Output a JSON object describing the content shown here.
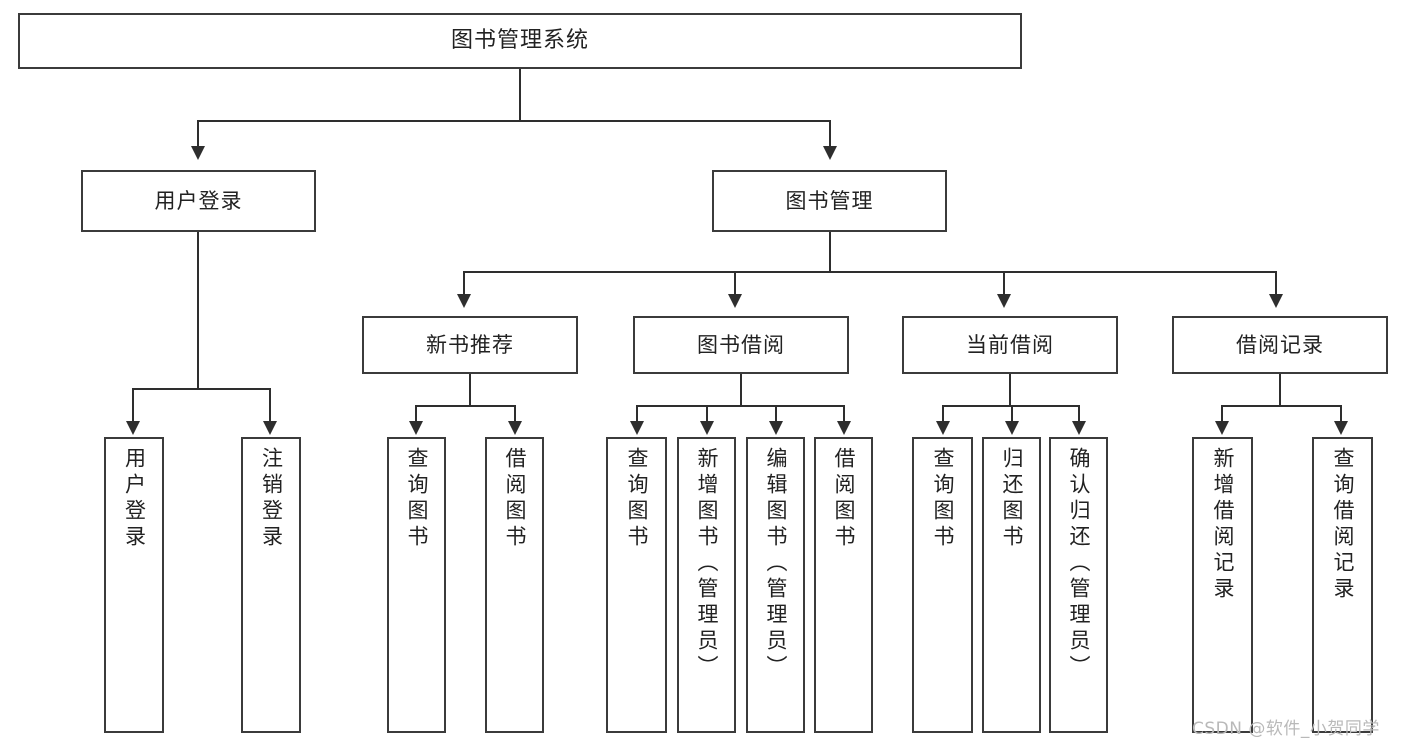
{
  "diagram": {
    "type": "tree-hierarchy",
    "title": "图书管理系统",
    "root": {
      "label": "图书管理系统"
    },
    "level2": [
      {
        "label": "用户登录"
      },
      {
        "label": "图书管理"
      }
    ],
    "level3": [
      {
        "label": "新书推荐"
      },
      {
        "label": "图书借阅"
      },
      {
        "label": "当前借阅"
      },
      {
        "label": "借阅记录"
      }
    ],
    "leaves": {
      "user_login": [
        {
          "label": "用户登录"
        },
        {
          "label": "注销登录"
        }
      ],
      "new_book": [
        {
          "label": "查询图书"
        },
        {
          "label": "借阅图书"
        }
      ],
      "book_borrow": [
        {
          "label": "查询图书"
        },
        {
          "label": "新增图书（管理员）"
        },
        {
          "label": "编辑图书（管理员）"
        },
        {
          "label": "借阅图书"
        }
      ],
      "current_borrow": [
        {
          "label": "查询图书"
        },
        {
          "label": "归还图书"
        },
        {
          "label": "确认归还（管理员）"
        }
      ],
      "borrow_record": [
        {
          "label": "新增借阅记录"
        },
        {
          "label": "查询借阅记录"
        }
      ]
    }
  },
  "watermark": {
    "text": "CSDN @软件_小贺同学"
  },
  "colors": {
    "box_border": "#3b3b3b",
    "connector": "#2e2e2e",
    "text": "#222222",
    "background": "#ffffff",
    "watermark": "#b9b9b9"
  }
}
